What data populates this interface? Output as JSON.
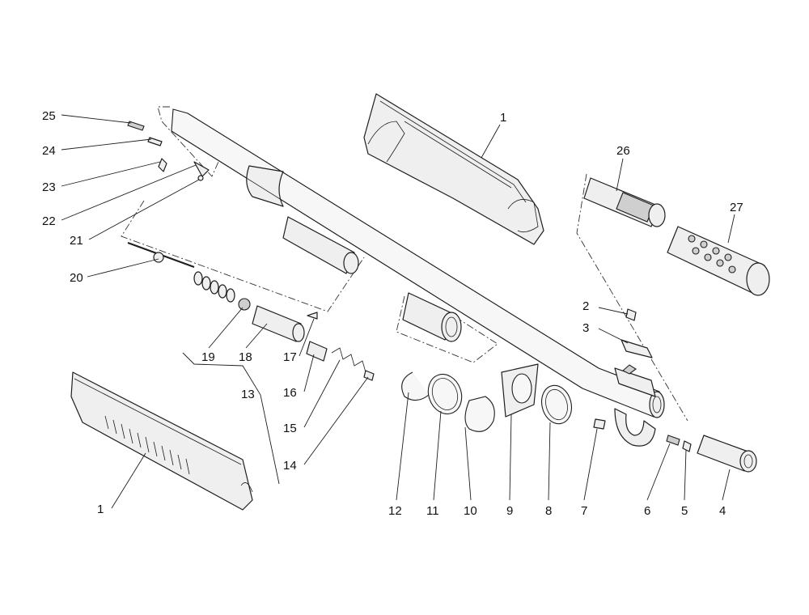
{
  "callouts": [
    {
      "label": "25"
    },
    {
      "label": "24"
    },
    {
      "label": "23"
    },
    {
      "label": "22"
    },
    {
      "label": "21"
    },
    {
      "label": "20"
    },
    {
      "label": "19"
    },
    {
      "label": "18"
    },
    {
      "label": "17"
    },
    {
      "label": "16"
    },
    {
      "label": "15"
    },
    {
      "label": "14"
    },
    {
      "label": "13"
    },
    {
      "label": "1"
    },
    {
      "label": "1"
    },
    {
      "label": "26"
    },
    {
      "label": "27"
    },
    {
      "label": "2"
    },
    {
      "label": "3"
    },
    {
      "label": "12"
    },
    {
      "label": "11"
    },
    {
      "label": "10"
    },
    {
      "label": "9"
    },
    {
      "label": "8"
    },
    {
      "label": "7"
    },
    {
      "label": "6"
    },
    {
      "label": "5"
    },
    {
      "label": "4"
    }
  ],
  "colors": {
    "line": "#1e1e1e",
    "fill": "#efefef",
    "background": "#ffffff"
  }
}
